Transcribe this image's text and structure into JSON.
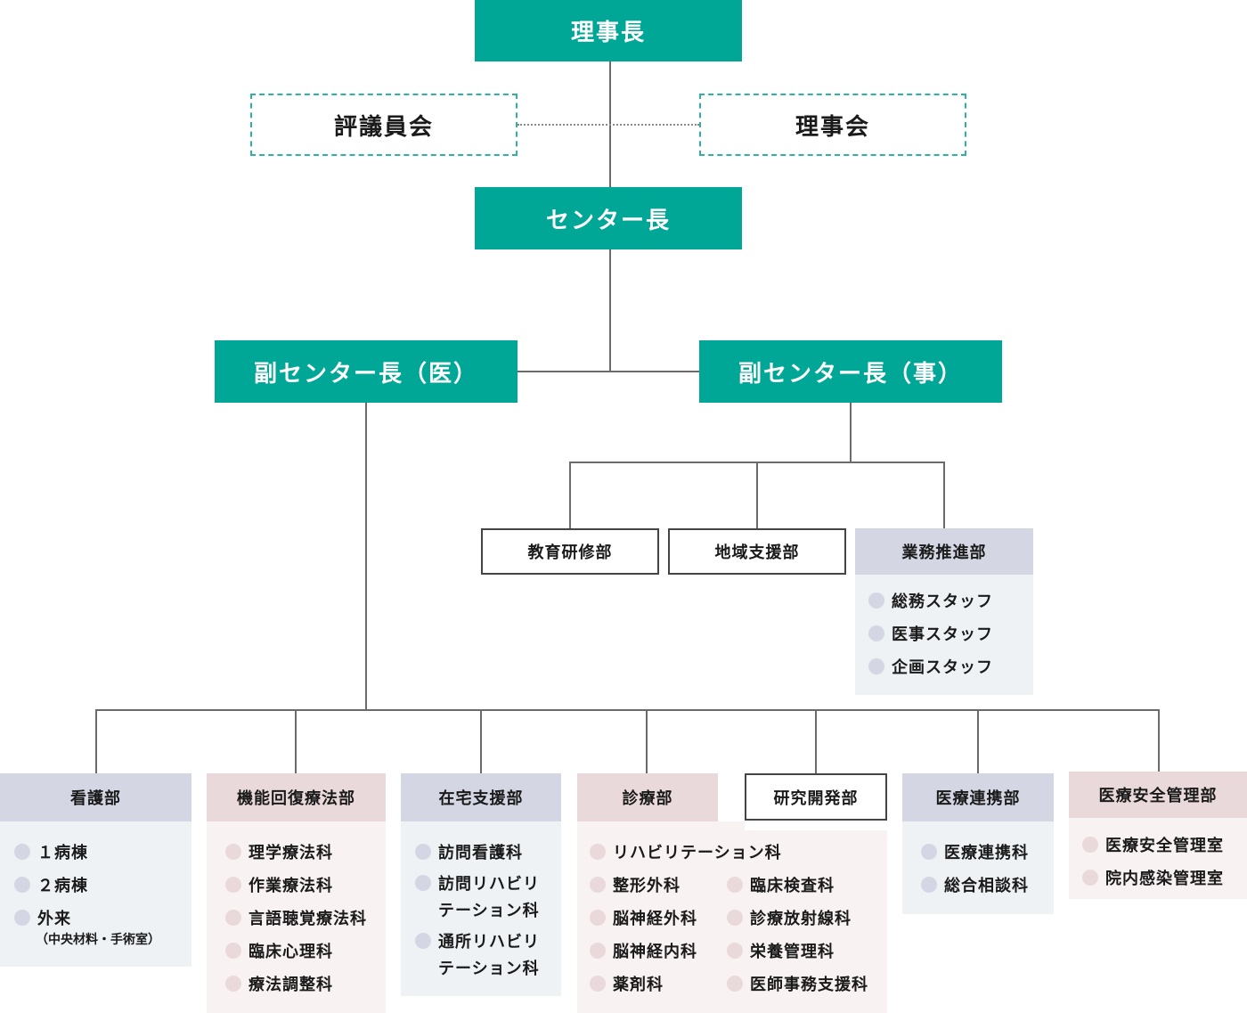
{
  "top": {
    "chairman": "理事長",
    "council": "評議員会",
    "board": "理事会",
    "director": "センター長",
    "vice_med": "副センター長（医）",
    "vice_adm": "副センター長（事）"
  },
  "admin_depts": {
    "education": "教育研修部",
    "community": "地域支援部",
    "business": {
      "title": "業務推進部",
      "items": [
        "総務スタッフ",
        "医事スタッフ",
        "企画スタッフ"
      ]
    }
  },
  "med_depts": {
    "nursing": {
      "title": "看護部",
      "items": [
        "１病棟",
        "２病棟",
        "外来"
      ],
      "note": "（中央材料・手術室）"
    },
    "rehab": {
      "title": "機能回復療法部",
      "items": [
        "理学療法科",
        "作業療法科",
        "言語聴覚療法科",
        "臨床心理科",
        "療法調整科"
      ]
    },
    "homecare": {
      "title": "在宅支援部",
      "items": [
        "訪問看護科",
        "訪問リハビリ",
        "テーション科",
        "通所リハビリ",
        "テーション科"
      ]
    },
    "clinical": {
      "title": "診療部",
      "items": [
        "リハビリテーション科",
        "整形外科",
        "脳神経外科",
        "脳神経内科",
        "薬剤科",
        "臨床検査科",
        "診療放射線科",
        "栄養管理科",
        "医師事務支援科"
      ]
    },
    "research": {
      "title": "研究開発部"
    },
    "cooperation": {
      "title": "医療連携部",
      "items": [
        "医療連携科",
        "総合相談科"
      ]
    },
    "safety": {
      "title": "医療安全管理部",
      "items": [
        "医療安全管理室",
        "院内感染管理室"
      ]
    }
  },
  "colors": {
    "teal": "#00a696",
    "dashed_border": "#2bb3a5",
    "connector": "#6b6b6b",
    "blue_head": "#d4d6e3",
    "blue_body": "#eff2f5",
    "pink_head": "#e9d9da",
    "pink_body": "#f9f2f2"
  }
}
